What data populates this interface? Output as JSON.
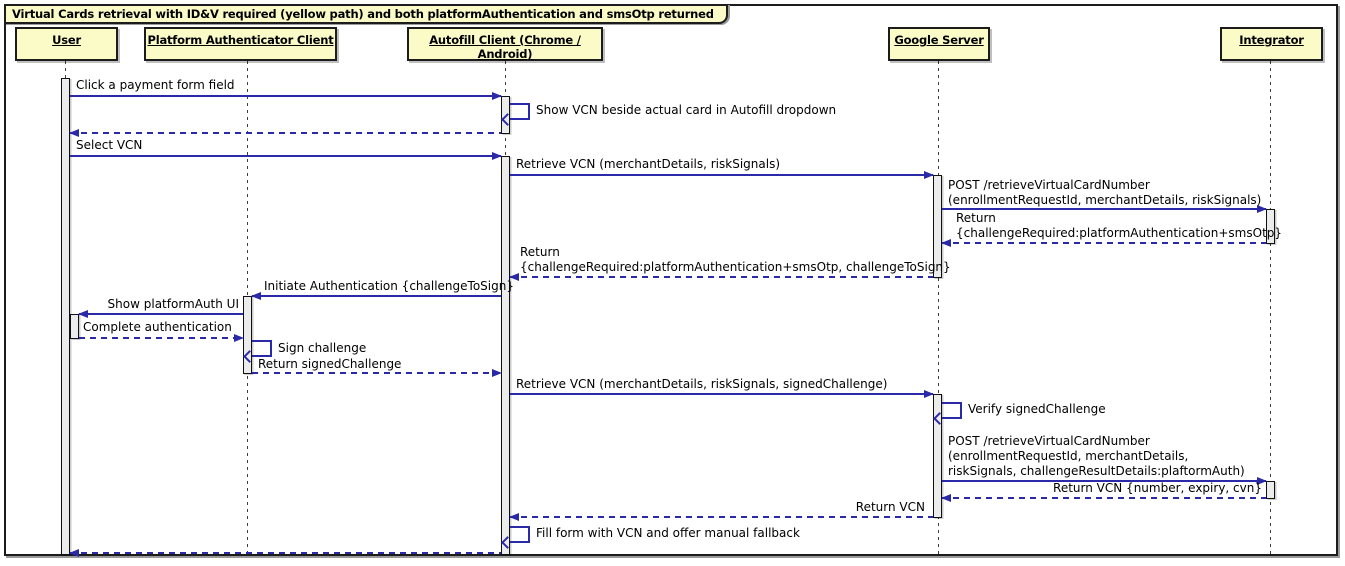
{
  "title": "Virtual Cards retrieval with ID&V required (yellow path) and both platformAuthentication and smsOtp returned",
  "participants": {
    "user": "User",
    "pac": "Platform Authenticator Client",
    "autofill": "Autofill Client (Chrome / Android)",
    "google": "Google Server",
    "integrator": "Integrator"
  },
  "messages": {
    "click_field": "Click a payment form field",
    "show_vcn": "Show VCN beside actual card in Autofill dropdown",
    "select_vcn": "Select VCN",
    "retrieve_vcn_1": "Retrieve VCN (merchantDetails, riskSignals)",
    "post_1_l1": "POST /retrieveVirtualCardNumber",
    "post_1_l2": "(enrollmentRequestId, merchantDetails, riskSignals)",
    "return_1_l1": "Return",
    "return_1_l2": "{challengeRequired:platformAuthentication+smsOtp}",
    "return_2_l1": "Return",
    "return_2_l2": "{challengeRequired:platformAuthentication+smsOtp, challengeToSign}",
    "initiate_auth": "Initiate Authentication {challengeToSign}",
    "show_platform_auth": "Show platformAuth UI",
    "complete_auth": "Complete authentication",
    "sign_challenge": "Sign challenge",
    "return_signed": "Return signedChallenge",
    "retrieve_vcn_2": "Retrieve VCN (merchantDetails, riskSignals, signedChallenge)",
    "verify_signed": "Verify signedChallenge",
    "post_2_l1": "POST /retrieveVirtualCardNumber",
    "post_2_l2": "(enrollmentRequestId, merchantDetails,",
    "post_2_l3": "riskSignals, challengeResultDetails:plaftormAuth)",
    "return_vcn_full": "Return VCN {number, expiry, cvn}",
    "return_vcn": "Return VCN",
    "fill_form": "Fill form with VCN and offer manual fallback"
  },
  "colors": {
    "participant_fill": "#FBFBC8",
    "arrow": "#2A2AA8",
    "activation_fill": "#ECECEC",
    "border": "#1C1C1C"
  }
}
